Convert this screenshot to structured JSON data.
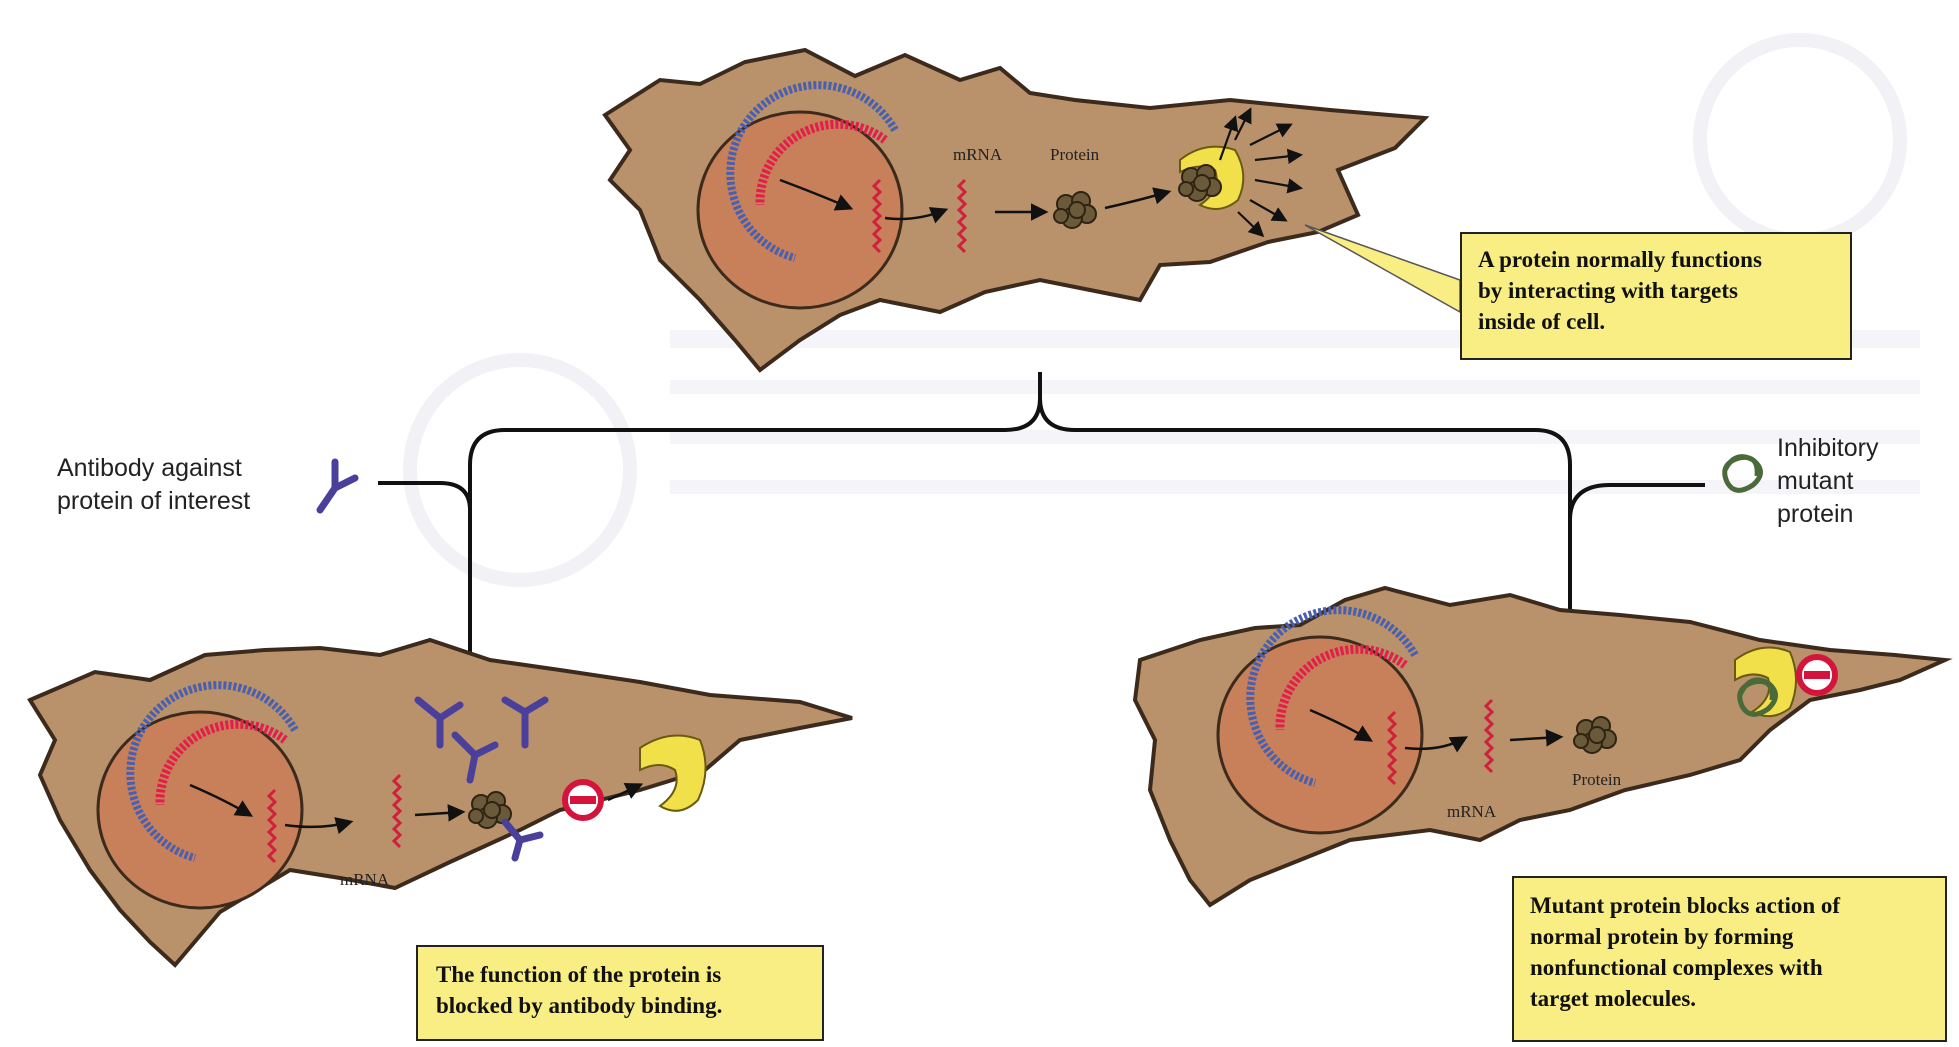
{
  "top_cell": {
    "mrna_label": "mRNA",
    "protein_label": "Protein",
    "callout_lines": [
      "A protein normally functions",
      "by interacting with targets",
      "inside of cell."
    ]
  },
  "left_branch": {
    "label_lines": [
      "Antibody against",
      "protein of interest"
    ],
    "mrna_label": "mRNA",
    "callout_lines": [
      "The function of the protein is",
      "blocked by antibody binding."
    ]
  },
  "right_branch": {
    "label_lines": [
      "Inhibitory",
      "mutant",
      "protein"
    ],
    "mrna_label": "mRNA",
    "protein_label": "Protein",
    "callout_lines": [
      "Mutant protein blocks action of",
      "normal protein by forming",
      "nonfunctional complexes with",
      "target molecules."
    ]
  },
  "colors": {
    "cytoplasm": "#b9916b",
    "nucleus": "#c8805a",
    "dna_red": "#e0204a",
    "dna_blue": "#4a5fae",
    "mrna": "#d0203c",
    "protein": "#5a4a2c",
    "target": "#f2e04a",
    "antibody": "#4a3f9a",
    "mutant": "#4a6a3a",
    "callout": "#f8ee84",
    "block": "#d4143c"
  }
}
